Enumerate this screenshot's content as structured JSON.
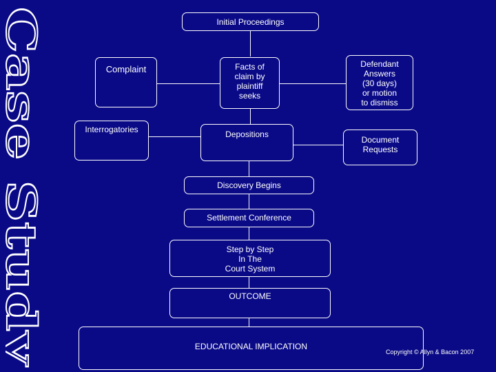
{
  "sidebar": {
    "title": "Case Study"
  },
  "nodes": {
    "initial_proceedings": "Initial Proceedings",
    "complaint": "Complaint",
    "facts": "Facts of\nclaim by\nplaintiff\nseeks",
    "defendant": "Defendant\nAnswers\n(30 days)\nor motion\nto dismiss",
    "interrogatories": "Interrogatories",
    "depositions": "Depositions",
    "document_requests": "Document\nRequests",
    "discovery": "Discovery Begins",
    "settlement": "Settlement Conference",
    "step": "Step by Step\nIn The\nCourt System",
    "outcome": "OUTCOME",
    "educational": "EDUCATIONAL IMPLICATION"
  },
  "footer": {
    "copyright": "Copyright © Allyn & Bacon 2007"
  },
  "colors": {
    "background": "#0a0a87",
    "foreground": "#ffffff"
  }
}
